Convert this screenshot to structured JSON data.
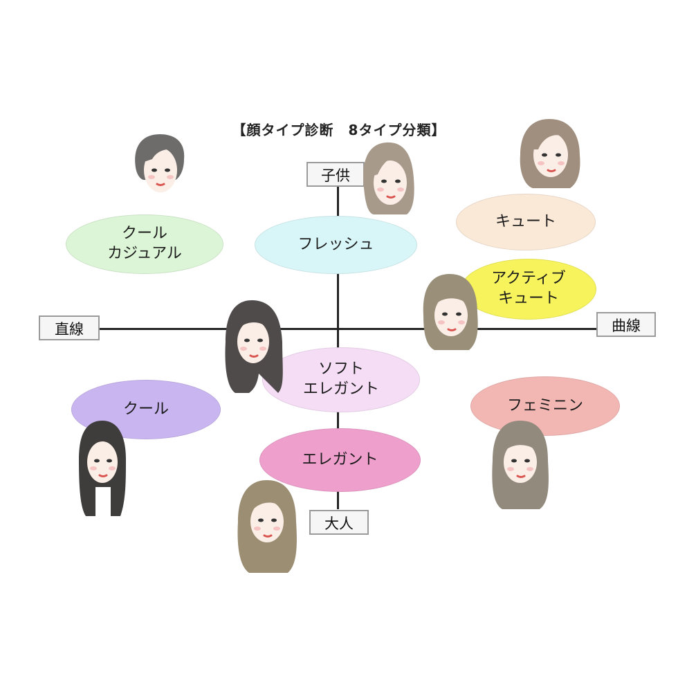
{
  "title": "【顔タイプ診断　8タイプ分類】",
  "axes": {
    "top": "子供",
    "bottom": "大人",
    "left": "直線",
    "right": "曲線"
  },
  "types": {
    "cool_casual": {
      "label": "クール\nカジュアル",
      "color": "#dcf5d6"
    },
    "fresh": {
      "label": "フレッシュ",
      "color": "#d8f6f8"
    },
    "cute": {
      "label": "キュート",
      "color": "#fbe9d8"
    },
    "active_cute": {
      "label": "アクティブ\nキュート",
      "color": "#f6f35c"
    },
    "soft_elegant": {
      "label": "ソフト\nエレガント",
      "color": "#f5ddf6"
    },
    "cool": {
      "label": "クール",
      "color": "#c9b5f0"
    },
    "feminine": {
      "label": "フェミニン",
      "color": "#f2b6b3"
    },
    "elegant": {
      "label": "エレガント",
      "color": "#ee9fcc"
    }
  },
  "illustrations": [
    {
      "name": "short-hair-woman-illustration",
      "hair": "#6e6c6a"
    },
    {
      "name": "bob-hair-woman-illustration",
      "hair": "#a89a8b"
    },
    {
      "name": "wavy-bob-woman-illustration",
      "hair": "#a08f7e"
    },
    {
      "name": "bangs-bob-woman-illustration",
      "hair": "#9a907a"
    },
    {
      "name": "long-dark-hair-woman-illustration",
      "hair": "#4f4b4a"
    },
    {
      "name": "straight-long-hair-woman-illustration",
      "hair": "#3f3d3c"
    },
    {
      "name": "medium-wavy-woman-illustration",
      "hair": "#938a7e"
    },
    {
      "name": "long-wavy-woman-illustration",
      "hair": "#9b8e72"
    }
  ]
}
